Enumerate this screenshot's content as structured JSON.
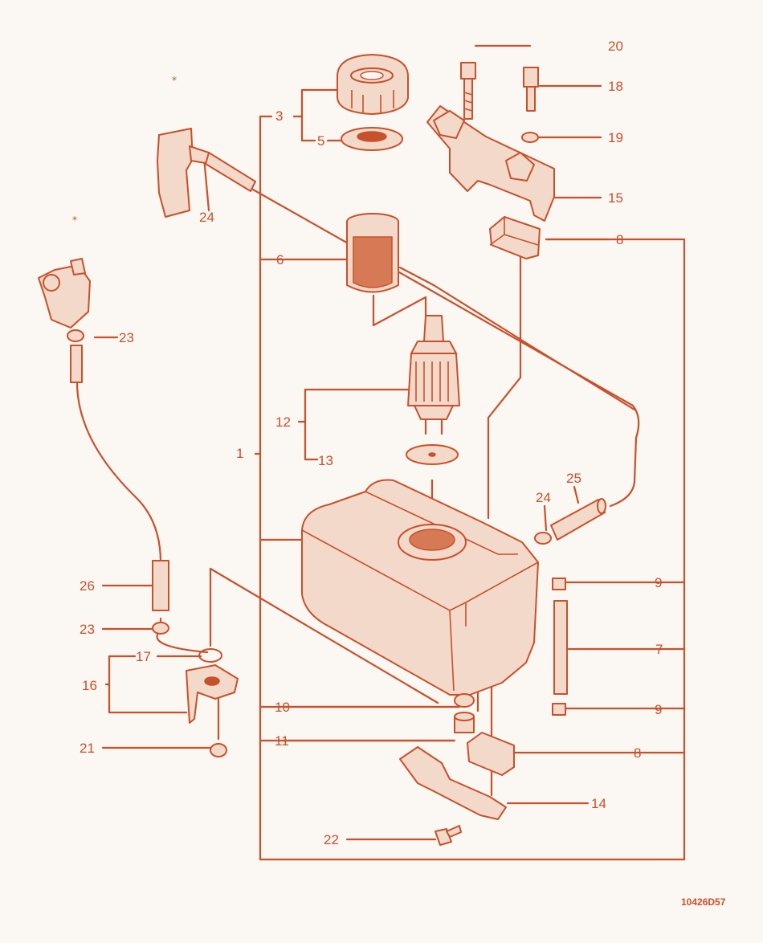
{
  "parts": [
    {
      "id": "1",
      "label": "1"
    },
    {
      "id": "3",
      "label": "3"
    },
    {
      "id": "5",
      "label": "5"
    },
    {
      "id": "6",
      "label": "6"
    },
    {
      "id": "7",
      "label": "7"
    },
    {
      "id": "8a",
      "label": "8"
    },
    {
      "id": "8b",
      "label": "8"
    },
    {
      "id": "9a",
      "label": "9"
    },
    {
      "id": "9b",
      "label": "9"
    },
    {
      "id": "10",
      "label": "10"
    },
    {
      "id": "11",
      "label": "11"
    },
    {
      "id": "12",
      "label": "12"
    },
    {
      "id": "13",
      "label": "13"
    },
    {
      "id": "14",
      "label": "14"
    },
    {
      "id": "15",
      "label": "15"
    },
    {
      "id": "16",
      "label": "16"
    },
    {
      "id": "17",
      "label": "17"
    },
    {
      "id": "18",
      "label": "18"
    },
    {
      "id": "19",
      "label": "19"
    },
    {
      "id": "20",
      "label": "20"
    },
    {
      "id": "21",
      "label": "21"
    },
    {
      "id": "22",
      "label": "22"
    },
    {
      "id": "23a",
      "label": "23"
    },
    {
      "id": "23b",
      "label": "23"
    },
    {
      "id": "24a",
      "label": "24"
    },
    {
      "id": "24b",
      "label": "24"
    },
    {
      "id": "25",
      "label": "25"
    },
    {
      "id": "26",
      "label": "26"
    }
  ],
  "markers": {
    "star": "*"
  },
  "figure_code": "10426D57",
  "colors": {
    "line": "#c8502a",
    "background": "#fbf7f3",
    "fill": "#f3d9c9"
  }
}
